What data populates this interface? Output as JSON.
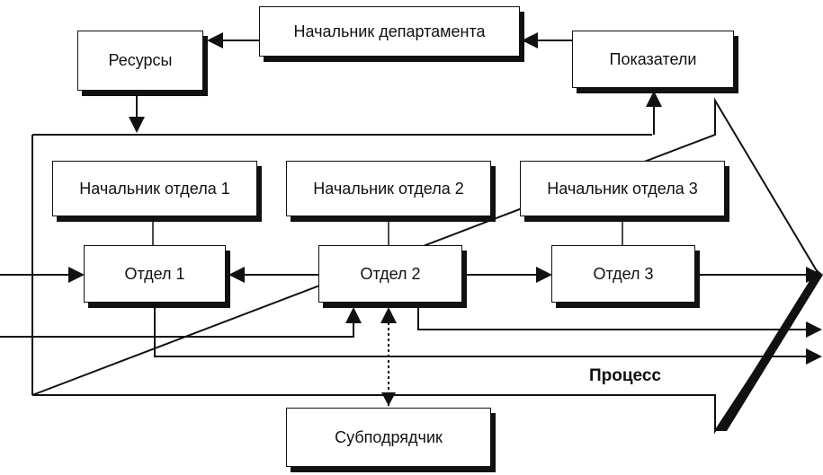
{
  "boxes": {
    "head": "Начальник департамента",
    "resources": "Ресурсы",
    "indicators": "Показатели",
    "dept_head_1": "Начальник отдела 1",
    "dept_head_2": "Начальник отдела 2",
    "dept_head_3": "Начальник отдела 3",
    "dept_1": "Отдел 1",
    "dept_2": "Отдел 2",
    "dept_3": "Отдел 3",
    "subcontractor": "Субподрядчик"
  },
  "process_label": "Процесс"
}
